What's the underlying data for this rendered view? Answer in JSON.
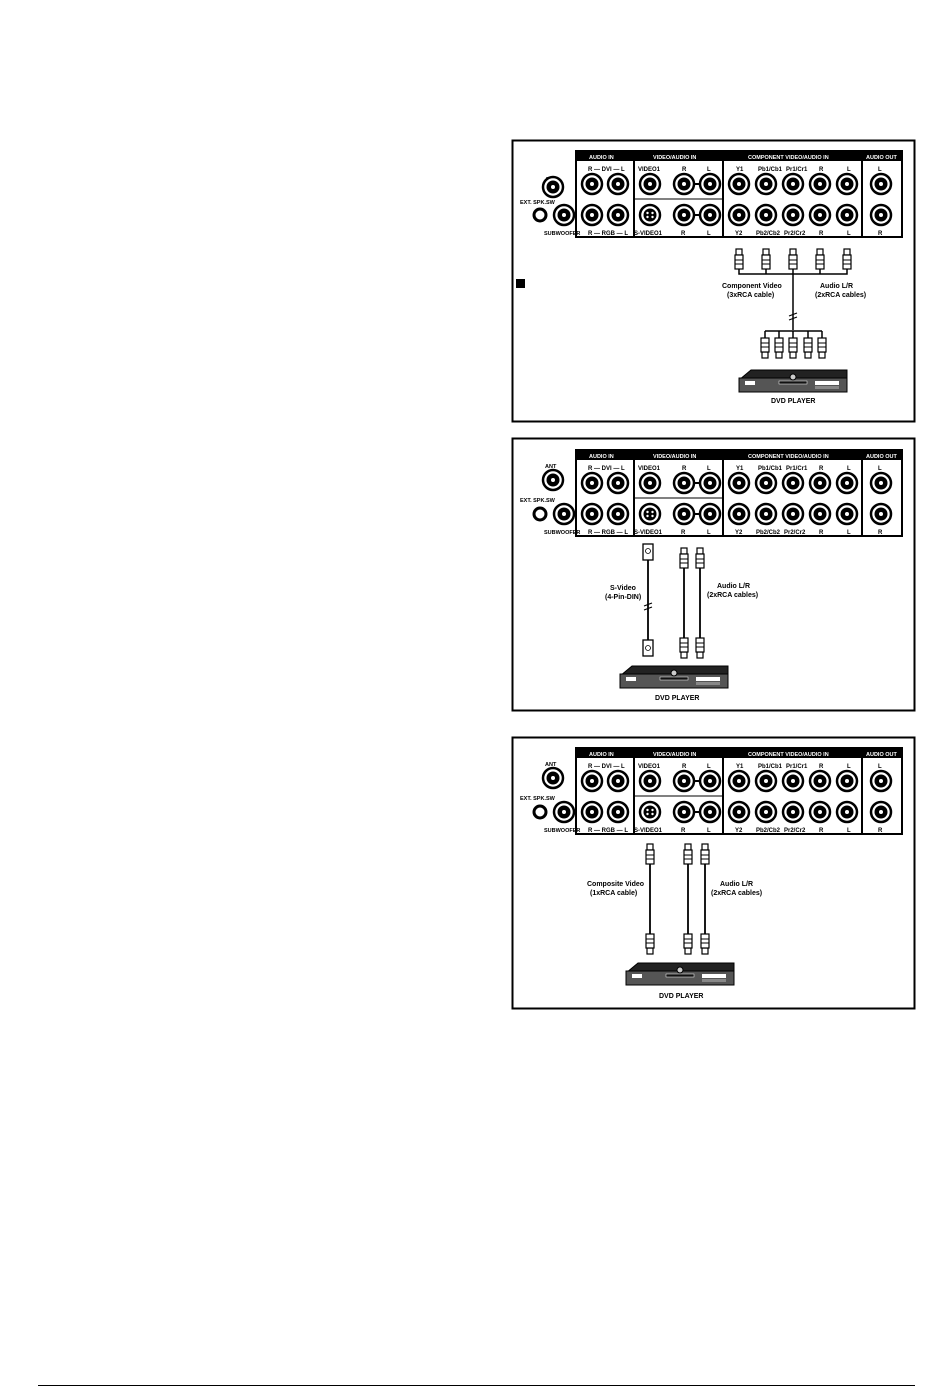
{
  "panel": {
    "ant": "ANT",
    "ext_spk": "EXT. SPK.SW",
    "subwoofer": "SUBWOOFER",
    "headers": {
      "audio_in": "AUDIO IN",
      "video_audio_in": "VIDEO/AUDIO IN",
      "component_in": "COMPONENT VIDEO/AUDIO IN",
      "audio_out": "AUDIO OUT"
    },
    "audio_in_top": "R — DVI — L",
    "audio_in_bottom": "R — RGB — L",
    "video1": "VIDEO1",
    "svideo1": "S-VIDEO1",
    "r": "R",
    "l": "L",
    "y1": "Y1",
    "pb1": "Pb1/Cb1",
    "pr1": "Pr1/Cr1",
    "y2": "Y2",
    "pb2": "Pb2/Cb2",
    "pr2": "Pr2/Cr2"
  },
  "diagram1": {
    "cable_video": "Component Video",
    "cable_video_sub": "(3xRCA cable)",
    "cable_audio": "Audio L/R",
    "cable_audio_sub": "(2xRCA cables)",
    "device": "DVD PLAYER"
  },
  "diagram2": {
    "cable_video": "S-Video",
    "cable_video_sub": "(4-Pin-DIN)",
    "cable_audio": "Audio L/R",
    "cable_audio_sub": "(2xRCA cables)",
    "device": "DVD PLAYER"
  },
  "diagram3": {
    "cable_video": "Composite Video",
    "cable_video_sub": "(1xRCA cable)",
    "cable_audio": "Audio L/R",
    "cable_audio_sub": "(2xRCA cables)",
    "device": "DVD PLAYER"
  }
}
